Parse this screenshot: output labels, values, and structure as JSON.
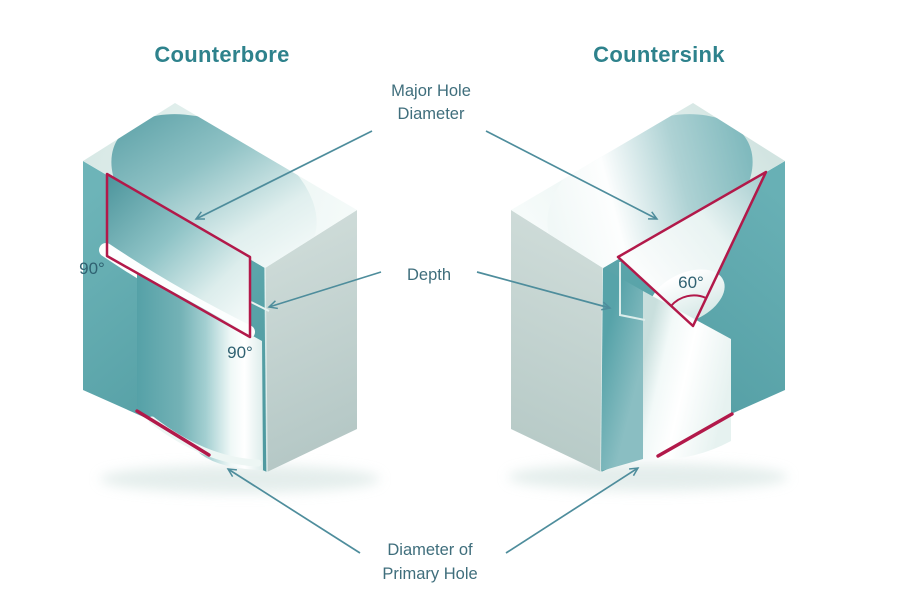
{
  "figures": {
    "left": {
      "title": "Counterbore",
      "angle_wall": "90°",
      "angle_floor": "90°"
    },
    "right": {
      "title": "Countersink",
      "angle_cone": "60°"
    }
  },
  "callouts": {
    "major_hole_line1": "Major Hole",
    "major_hole_line2": "Diameter",
    "depth": "Depth",
    "primary_hole_line1": "Diameter of",
    "primary_hole_line2": "Primary Hole"
  },
  "colors": {
    "title_teal": "#2e828c",
    "label_slate": "#3f6e7c",
    "angle_label": "#2f6171",
    "arrow_teal": "#4e8d9c",
    "accent_red": "#b2194a",
    "block_teal_face": "#5fa9ae",
    "block_gray_face": "#c3d3d0",
    "block_top_mint": "#e4f1ef"
  }
}
